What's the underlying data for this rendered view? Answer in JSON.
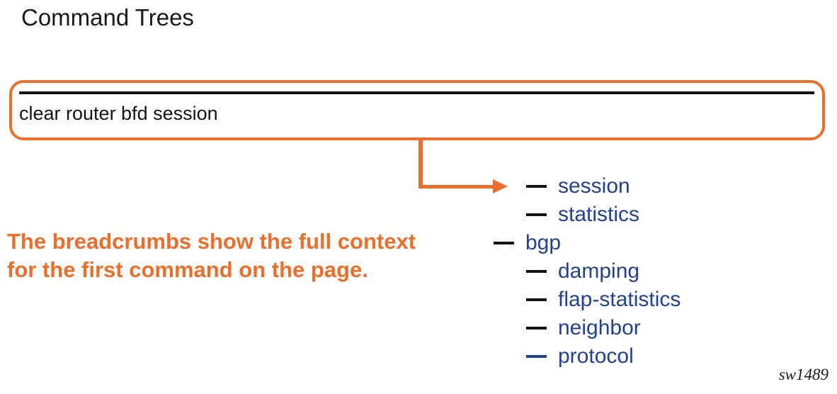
{
  "title": "Command Trees",
  "colors": {
    "orange": "#EA6F2C",
    "navy": "#24418E",
    "black": "#131313"
  },
  "breadcrumb": {
    "command": "clear router bfd session"
  },
  "connector": {
    "icon": "right-arrowhead-icon",
    "shape": "elbow-down-right"
  },
  "note": {
    "line1": "The breadcrumbs show the full context",
    "line2": "for the first command on the page."
  },
  "tree": {
    "items": [
      {
        "label": "session",
        "level": 1,
        "dash_color": "black"
      },
      {
        "label": "statistics",
        "level": 1,
        "dash_color": "black"
      },
      {
        "label": "bgp",
        "level": 0,
        "dash_color": "black"
      },
      {
        "label": "damping",
        "level": 1,
        "dash_color": "black"
      },
      {
        "label": "flap-statistics",
        "level": 1,
        "dash_color": "black"
      },
      {
        "label": "neighbor",
        "level": 1,
        "dash_color": "black"
      },
      {
        "label": "protocol",
        "level": 1,
        "dash_color": "navy"
      }
    ]
  },
  "watermark": "sw1489"
}
